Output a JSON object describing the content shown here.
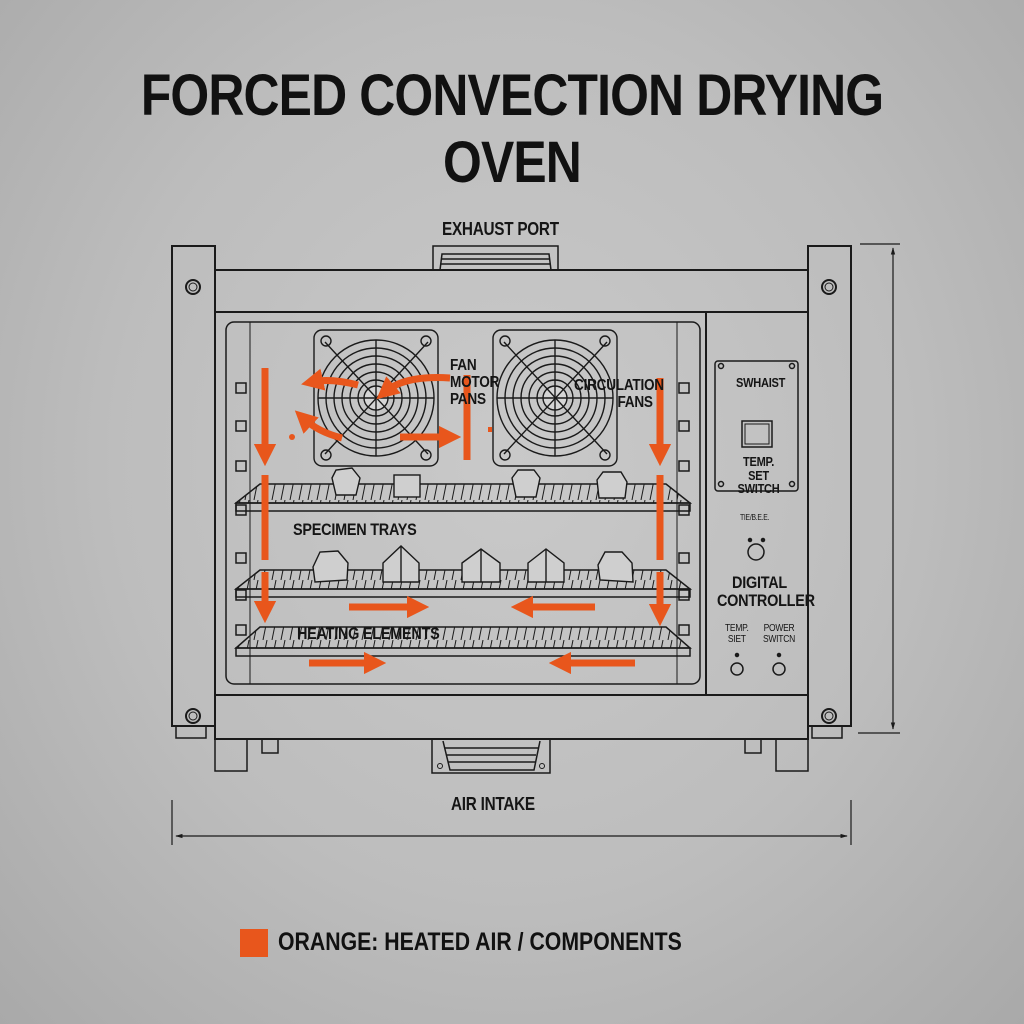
{
  "title": "FORCED CONVECTION DRYING OVEN",
  "labels": {
    "exhaust_port": "EXHAUST PORT",
    "air_intake": "AIR INTAKE",
    "fan_motor_line1": "FAN",
    "fan_motor_line2": "MOTOR",
    "fan_motor_line3": "PANS",
    "circulation_line1": "CIRCULATION",
    "circulation_line2": "FANS",
    "specimen_trays": "SPECIMEN TRAYS",
    "heating_elements": "HEATING ELEMENTS"
  },
  "control_panel": {
    "switch_box_title": "SWHAIST",
    "switch_label_line1": "TEMP. SET",
    "switch_label_line2": "SWITCH",
    "small_label": "TIE/B.E.E.",
    "controller_line1": "DIGITAL",
    "controller_line2": "CONTROLLER",
    "temp_set_line1": "TEMP.",
    "temp_set_line2": "SIET",
    "power_line1": "POWER",
    "power_line2": "SWITCN"
  },
  "legend": {
    "text": "ORANGE: HEATED AIR / COMPONENTS",
    "color": "#e8561c"
  },
  "colors": {
    "line": "#1a1a1a",
    "accent": "#e8561c",
    "background": "#c2c2c2"
  }
}
